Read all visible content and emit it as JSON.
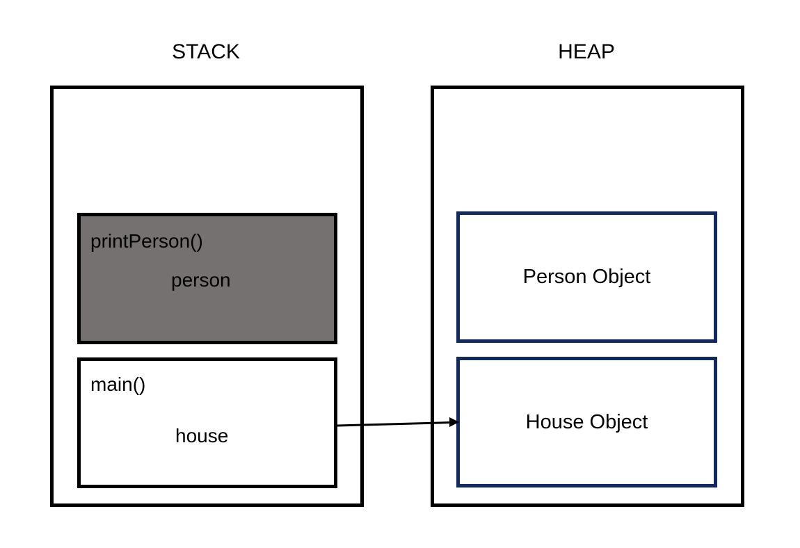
{
  "stack": {
    "title": "STACK",
    "frames": [
      {
        "name": "printPerson()",
        "variable": "person",
        "fill": "#757171"
      },
      {
        "name": "main()",
        "variable": "house",
        "fill": "#ffffff"
      }
    ]
  },
  "heap": {
    "title": "HEAP",
    "objects": [
      {
        "label": "Person Object"
      },
      {
        "label": "House Object"
      }
    ],
    "border_color": "#132a5e"
  }
}
